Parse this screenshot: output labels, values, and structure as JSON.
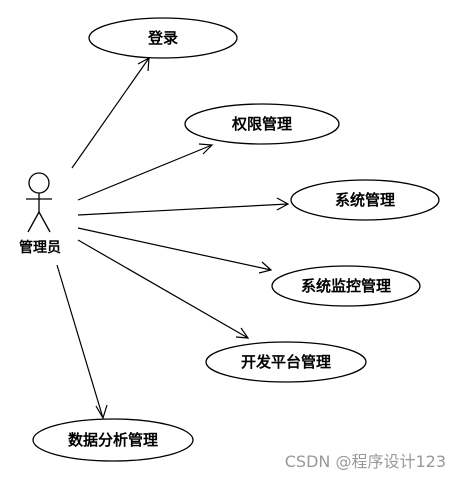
{
  "actor": {
    "name": "管理员",
    "icon": "stick-figure-icon"
  },
  "use_cases": [
    {
      "id": "login",
      "label": "登录"
    },
    {
      "id": "permission",
      "label": "权限管理"
    },
    {
      "id": "system",
      "label": "系统管理"
    },
    {
      "id": "monitor",
      "label": "系统监控管理"
    },
    {
      "id": "platform",
      "label": "开发平台管理"
    },
    {
      "id": "analysis",
      "label": "数据分析管理"
    }
  ],
  "watermark": "CSDN @程序设计123",
  "colors": {
    "line": "#000000",
    "background": "#ffffff",
    "watermark": "#999999"
  }
}
